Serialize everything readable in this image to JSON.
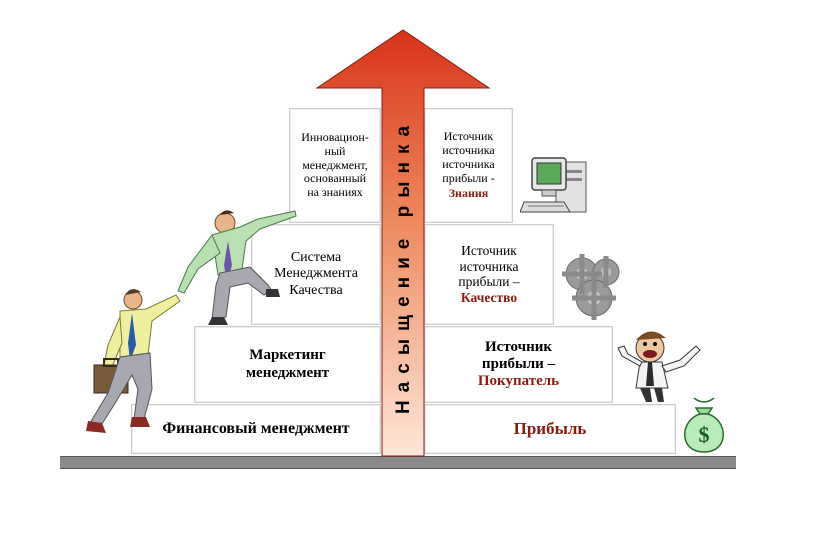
{
  "diagram": {
    "arrow_label": "Насыщение рынка",
    "left_steps": [
      {
        "label": "Финансовый менеджмент"
      },
      {
        "label": "Маркетинг\nменеджмент"
      },
      {
        "label": "Система\nМенеджмента\nКачества"
      },
      {
        "label": "Инновацион-\nный\nменеджмент,\nоснованный\nна знаниях"
      }
    ],
    "right_steps": [
      {
        "label": "",
        "accent": "Прибыль"
      },
      {
        "label": "Источник\nприбыли –",
        "accent": "Покупатель"
      },
      {
        "label": "Источник\nисточника\nприбыли –",
        "accent": "Качество"
      },
      {
        "label": "Источник\nисточника\nисточника\nприбыли -",
        "accent": "Знания"
      }
    ],
    "colors": {
      "arrow_top": "#d8331a",
      "arrow_bottom": "#fde7d8",
      "accent_text": "#8b1a10",
      "ground": "#8a8a8a"
    },
    "icons": [
      "climbing-businessmen",
      "computer-icon",
      "gears-icon",
      "cartoon-person-icon",
      "money-bag-icon"
    ]
  }
}
